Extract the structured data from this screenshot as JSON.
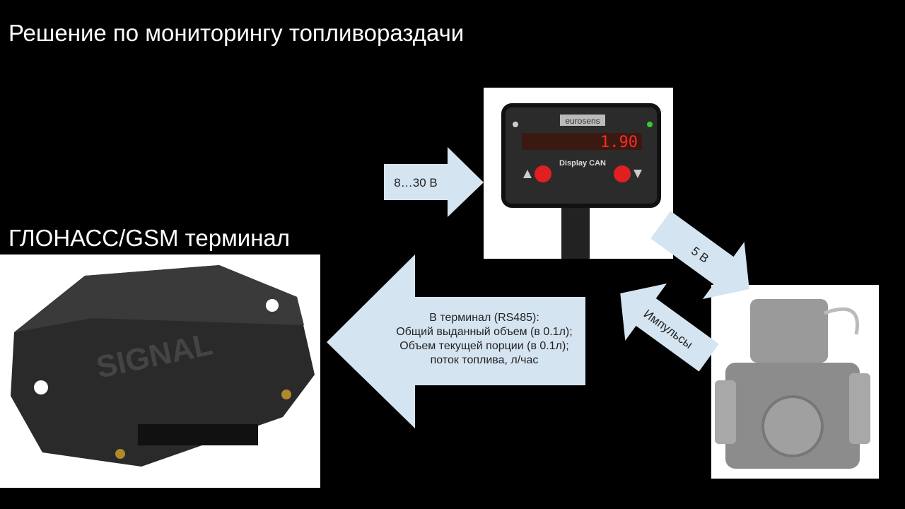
{
  "slide": {
    "title": "Решение по мониторингу топливораздачи",
    "terminal_heading": "ГЛОНАСС/GSM терминал"
  },
  "arrows": {
    "power_in": "8…30 В",
    "power_out": "5 В",
    "pulses": "Импульсы",
    "to_terminal": {
      "lines": [
        "В терминал (RS485):",
        "Общий выданный объем (в 0.1л);",
        "Объем текущей порции (в 0.1л);",
        "поток топлива, л/час"
      ]
    }
  },
  "display_device": {
    "brand": "eurosens",
    "model": "Display CAN",
    "reading": "1.90"
  },
  "terminal_device": {
    "brand": "SIGNAL"
  },
  "colors": {
    "arrow": "#d5e4f1",
    "background": "#000000"
  }
}
